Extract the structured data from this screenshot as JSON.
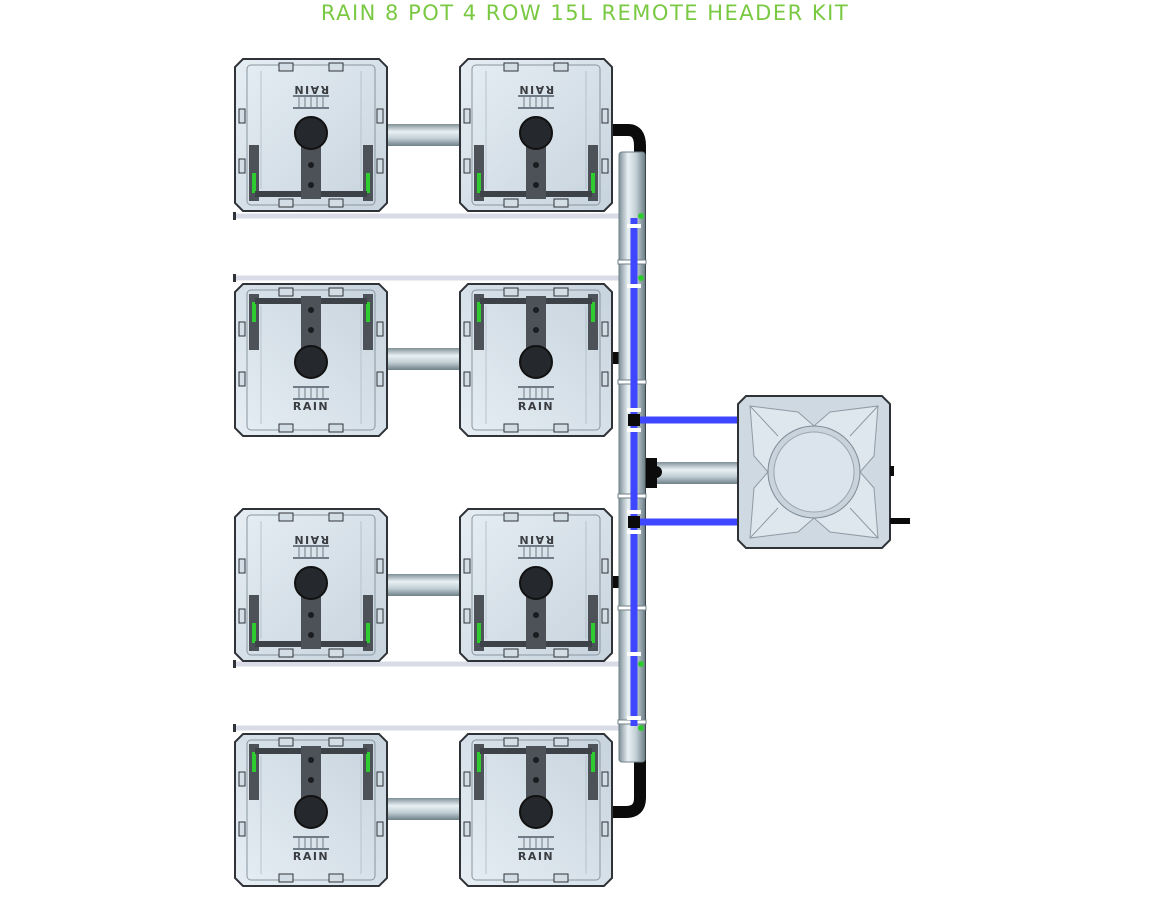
{
  "title": "RAIN 8 POT 4 ROW 15L REMOTE HEADER KIT",
  "pot_brand_label": "RAIN",
  "colors": {
    "title": "#7ac943",
    "pot_body": "#d7e1ea",
    "pot_outline": "#2f3338",
    "pipe_grey": "#aebcc4",
    "feed_line_blue": "#3f46ff",
    "drain_hose_black": "#0b0b0b",
    "fitting_green": "#2ecc2e"
  },
  "components": {
    "pots": 8,
    "rows": 4,
    "pot_volume": "15L",
    "header": "remote"
  }
}
